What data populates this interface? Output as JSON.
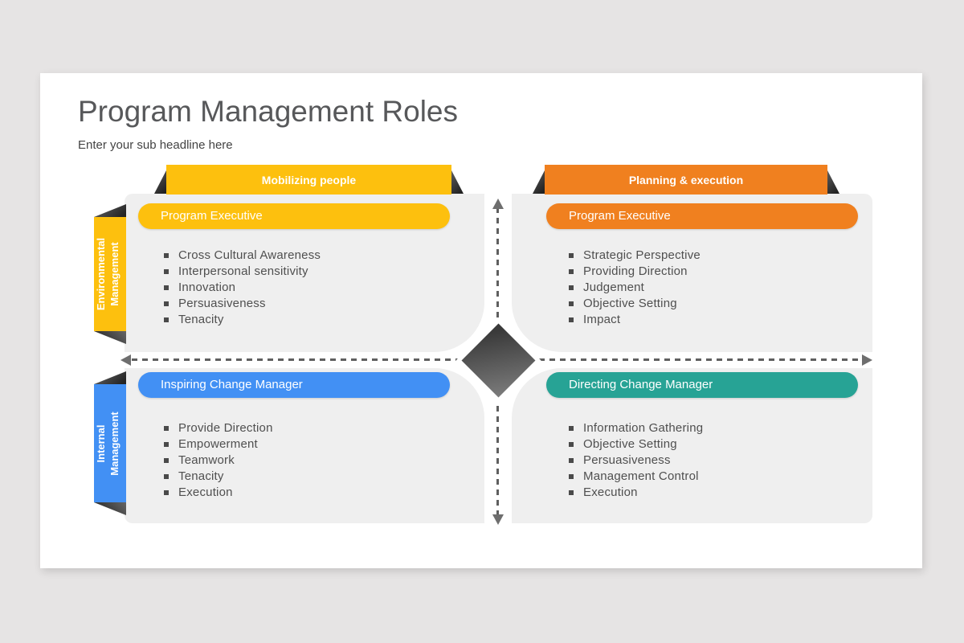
{
  "slide": {
    "title": "Program Management Roles",
    "subtitle": "Enter your sub headline here"
  },
  "top_tabs": [
    {
      "label": "Mobilizing people",
      "color": "#fdc00e"
    },
    {
      "label": "Planning & execution",
      "color": "#f0801f"
    }
  ],
  "side_tabs": [
    {
      "lines": [
        "Environmental",
        "Management"
      ],
      "color": "#fdc00e"
    },
    {
      "lines": [
        "Internal",
        "Management"
      ],
      "color": "#4290f4"
    }
  ],
  "quadrants": [
    {
      "position": "top-left",
      "title": "Program Executive",
      "color": "#fdc00e",
      "items": [
        "Cross Cultural Awareness",
        "Interpersonal sensitivity",
        "Innovation",
        "Persuasiveness",
        "Tenacity"
      ]
    },
    {
      "position": "top-right",
      "title": "Program Executive",
      "color": "#f0801f",
      "items": [
        "Strategic Perspective",
        "Providing Direction",
        "Judgement",
        "Objective Setting",
        "Impact"
      ]
    },
    {
      "position": "bottom-left",
      "title": "Inspiring Change Manager",
      "color": "#4290f4",
      "items": [
        "Provide Direction",
        "Empowerment",
        "Teamwork",
        "Tenacity",
        "Execution"
      ]
    },
    {
      "position": "bottom-right",
      "title": "Directing Change Manager",
      "color": "#27a395",
      "items": [
        "Information Gathering",
        "Objective Setting",
        "Persuasiveness",
        "Management Control",
        "Execution"
      ]
    }
  ],
  "colors": {
    "panel": "#efefef",
    "slide_bg": "#ffffff",
    "page_bg": "#e6e4e4",
    "axis": "#5f5f5f",
    "diamond_dark": "#3a3a3a",
    "diamond_light": "#7c7c7c"
  }
}
